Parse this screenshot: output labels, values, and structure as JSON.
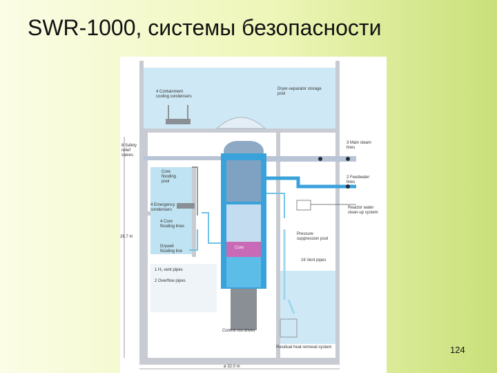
{
  "slide": {
    "title": "SWR-1000, системы безопасности",
    "page_number": "124"
  },
  "diagram": {
    "labels": {
      "containment_cooling": "4 Containment\ncooling condensers",
      "dryer_separator": "Dryer-separator storage\npool",
      "safety_relief": "8 Safety\nrelief\nvalves",
      "main_steam": "3 Main steam\nlines",
      "core_flooding_pool": "Core\nflooding\npool",
      "feedwater": "2 Feedwater\nlines",
      "emergency_condensers": "4 Emergency\ncondensers",
      "reactor_water_cleanup": "Reactor water\nclean-up system",
      "core_flooding_lines": "4 Core\nflooding lines",
      "pressure_suppression": "Pressure\nsuppression pool",
      "drywell_flooding": "Drywell\nflooding line",
      "core": "Core",
      "vent_pipes_16": "16 Vent pipes",
      "h2_vent": "1 H₂ vent pipes",
      "overflow": "2 Overflow pipes",
      "control_rod_drives": "Control rod drives",
      "residual_heat": "Residual heat removal system"
    },
    "dimensions": {
      "height": "28.7 m",
      "width": "ø 32.0 m"
    },
    "colors": {
      "water_light": "#cfe8f5",
      "water_pool": "#bfe3f2",
      "pipe": "#6fc3e6",
      "vessel": "#3aa2da",
      "core": "#c96ab6",
      "wall": "#c8ccd2",
      "rod_drives": "#8a8f96"
    }
  }
}
